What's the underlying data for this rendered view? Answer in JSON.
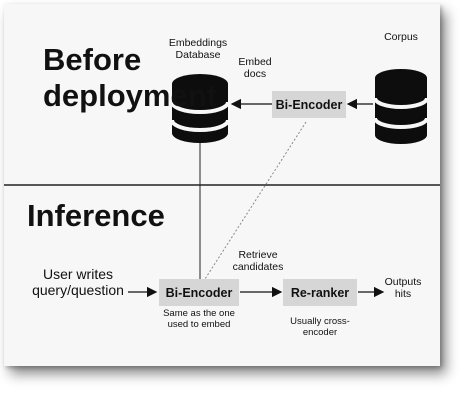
{
  "sections": {
    "before": "Before deployment",
    "inference": "Inference"
  },
  "before_stage": {
    "db_label": "Embeddings Database",
    "corpus_label": "Corpus",
    "embed_label": "Embed docs",
    "encoder_label": "Bi-Encoder"
  },
  "inference_stage": {
    "user_label": "User writes query/question",
    "encoder_label": "Bi-Encoder",
    "encoder_note": "Same as the one used to embed",
    "retrieve_label": "Retrieve candidates",
    "reranker_label": "Re-ranker",
    "reranker_note": "Usually cross-encoder",
    "output_label": "Outputs hits"
  },
  "colors": {
    "box_fill": "#d6d6d6",
    "ink": "#111111",
    "background": "#f7f7f7"
  }
}
